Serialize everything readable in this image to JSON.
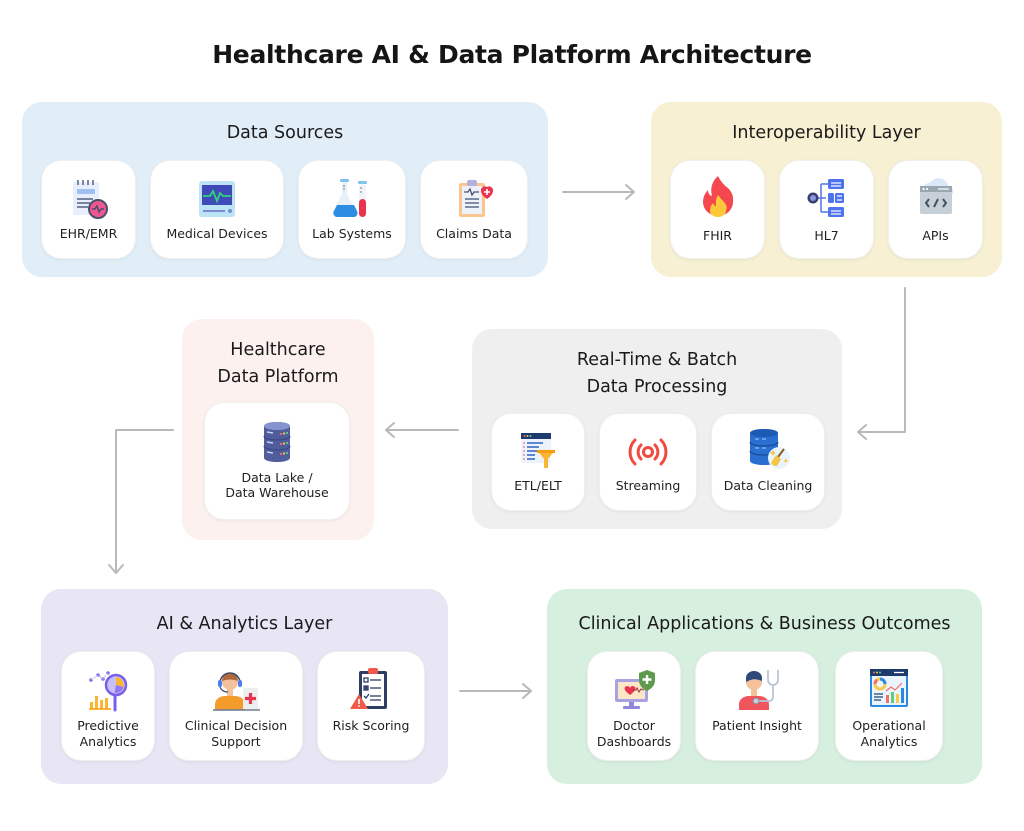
{
  "title": "Healthcare AI & Data Platform Architecture",
  "colors": {
    "data_sources_bg": "#e1eef8",
    "interoperability_bg": "#f7f0d3",
    "platform_bg": "#fcf1ee",
    "processing_bg": "#efefef",
    "ai_bg": "#e8e5f5",
    "clinical_bg": "#d6efde",
    "arrow": "#b9b9b9"
  },
  "groups": {
    "data_sources": {
      "title": "Data Sources",
      "items": [
        {
          "label": "EHR/EMR",
          "icon": "ehr-record-icon"
        },
        {
          "label": "Medical Devices",
          "icon": "medical-monitor-icon"
        },
        {
          "label": "Lab Systems",
          "icon": "lab-flask-icon"
        },
        {
          "label": "Claims Data",
          "icon": "claims-clipboard-icon"
        }
      ]
    },
    "interoperability": {
      "title": "Interoperability Layer",
      "items": [
        {
          "label": "FHIR",
          "icon": "fire-icon"
        },
        {
          "label": "HL7",
          "icon": "hierarchy-icon"
        },
        {
          "label": "APIs",
          "icon": "cloud-code-icon"
        }
      ]
    },
    "platform": {
      "title_line1": "Healthcare",
      "title_line2": "Data Platform",
      "items": [
        {
          "label_line1": "Data Lake /",
          "label_line2": "Data Warehouse",
          "icon": "database-server-icon"
        }
      ]
    },
    "processing": {
      "title_line1": "Real-Time & Batch",
      "title_line2": "Data Processing",
      "items": [
        {
          "label": "ETL/ELT",
          "icon": "etl-funnel-icon"
        },
        {
          "label": "Streaming",
          "icon": "streaming-signal-icon"
        },
        {
          "label": "Data Cleaning",
          "icon": "database-broom-icon"
        }
      ]
    },
    "ai": {
      "title": "AI & Analytics Layer",
      "items": [
        {
          "label_line1": "Predictive",
          "label_line2": "Analytics",
          "icon": "predictive-analytics-icon"
        },
        {
          "label_line1": "Clinical Decision",
          "label_line2": "Support",
          "icon": "clinician-headset-icon"
        },
        {
          "label_line1": "Risk Scoring",
          "label_line2": "",
          "icon": "risk-checklist-icon"
        }
      ]
    },
    "clinical": {
      "title": "Clinical Applications & Business Outcomes",
      "items": [
        {
          "label_line1": "Doctor",
          "label_line2": "Dashboards",
          "icon": "doctor-dashboard-icon"
        },
        {
          "label_line1": "Patient Insight",
          "label_line2": "",
          "icon": "patient-stethoscope-icon"
        },
        {
          "label_line1": "Operational",
          "label_line2": "Analytics",
          "icon": "operational-analytics-icon"
        }
      ]
    }
  }
}
